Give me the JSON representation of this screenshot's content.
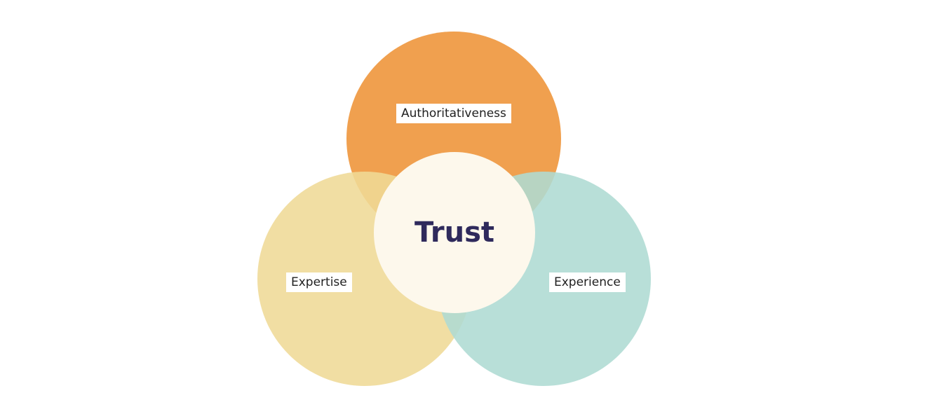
{
  "diagram": {
    "center": {
      "label": "Trust",
      "color": "#fdf8ec",
      "text_color": "#2f2a5c"
    },
    "circles": [
      {
        "id": "authoritativeness",
        "label": "Authoritativeness",
        "color": "#f0a04f"
      },
      {
        "id": "expertise",
        "label": "Expertise",
        "color": "#efd996"
      },
      {
        "id": "experience",
        "label": "Experience",
        "color": "#aedbd3"
      }
    ]
  }
}
